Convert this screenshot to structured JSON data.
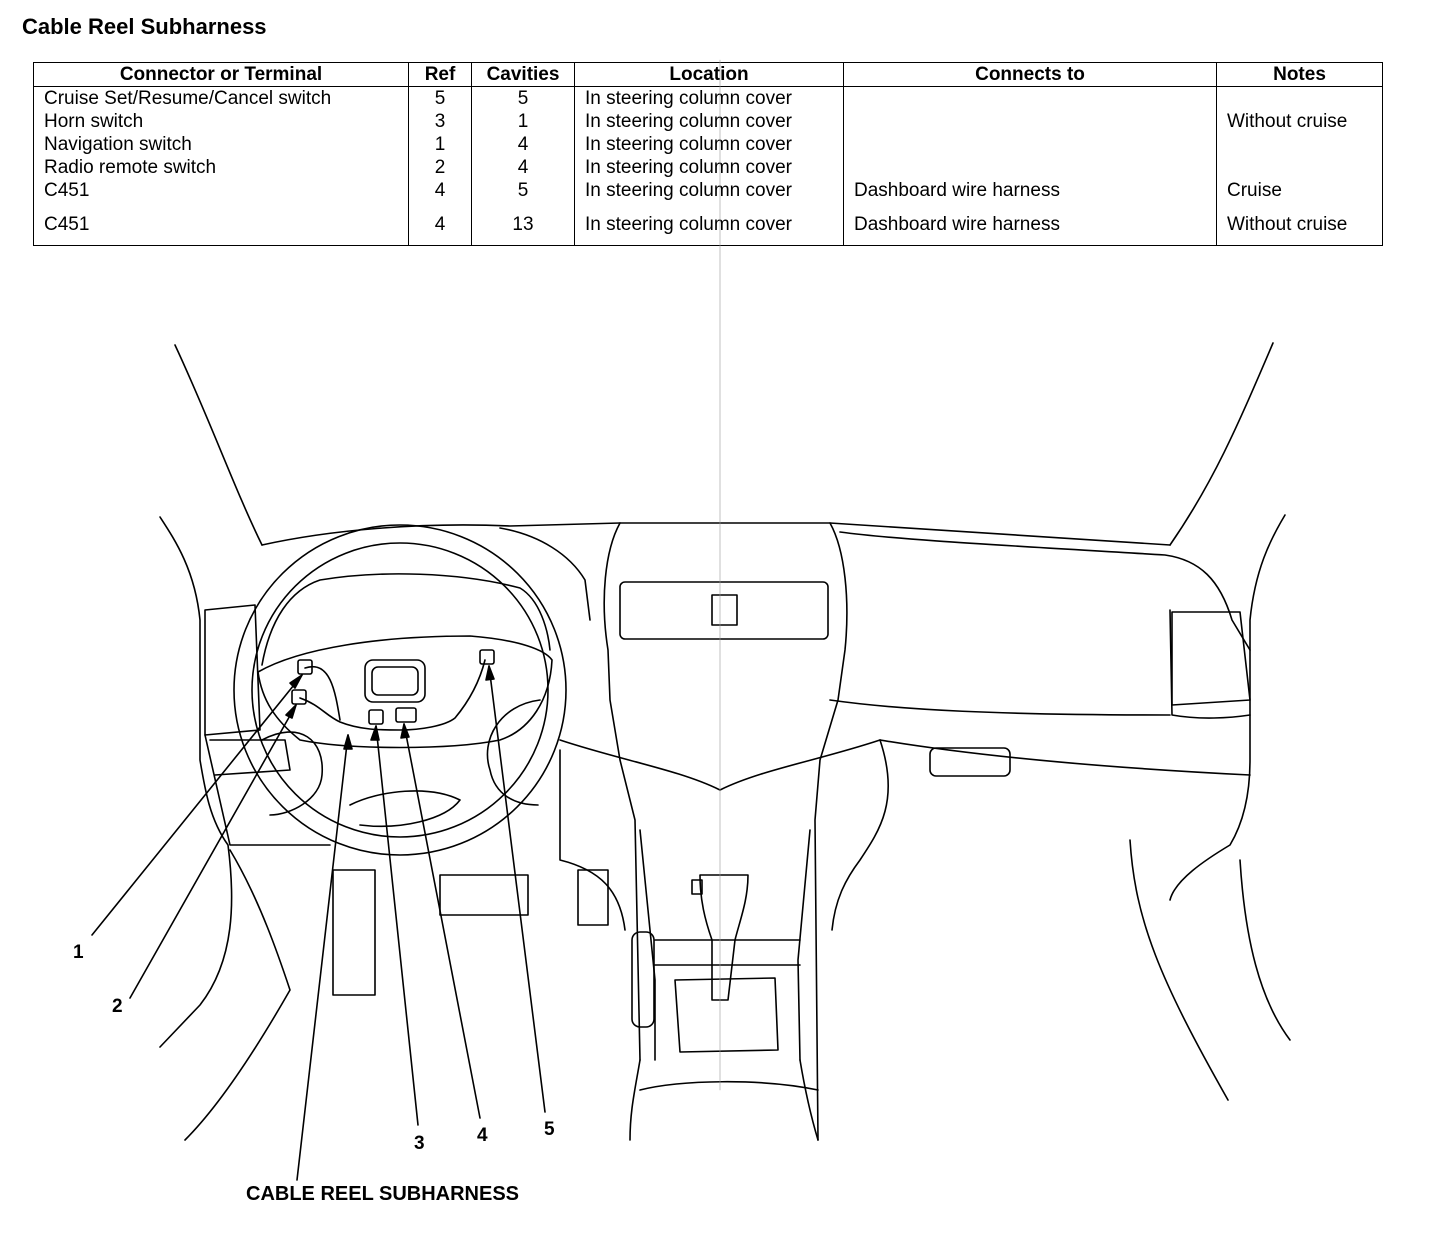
{
  "title": "Cable Reel Subharness",
  "table": {
    "headers": [
      "Connector or Terminal",
      "Ref",
      "Cavities",
      "Location",
      "Connects to",
      "Notes"
    ],
    "rows": [
      {
        "connector": "Cruise Set/Resume/Cancel switch",
        "ref": "5",
        "cavities": "5",
        "location": "In steering column cover",
        "connects_to": "",
        "notes": ""
      },
      {
        "connector": "Horn switch",
        "ref": "3",
        "cavities": "1",
        "location": "In steering column cover",
        "connects_to": "",
        "notes": "Without cruise"
      },
      {
        "connector": "Navigation switch",
        "ref": "1",
        "cavities": "4",
        "location": "In steering column cover",
        "connects_to": "",
        "notes": ""
      },
      {
        "connector": "Radio remote switch",
        "ref": "2",
        "cavities": "4",
        "location": "In steering column cover",
        "connects_to": "",
        "notes": ""
      },
      {
        "connector": "C451",
        "ref": "4",
        "cavities": "5",
        "location": "In steering column cover",
        "connects_to": "Dashboard wire harness",
        "notes": "Cruise"
      },
      {
        "connector": "C451",
        "ref": "4",
        "cavities": "13",
        "location": "In steering column cover",
        "connects_to": "Dashboard wire harness",
        "notes": "Without cruise"
      }
    ]
  },
  "diagram": {
    "callouts": [
      "1",
      "2",
      "3",
      "4",
      "5"
    ],
    "harness_label": "CABLE REEL SUBHARNESS"
  }
}
